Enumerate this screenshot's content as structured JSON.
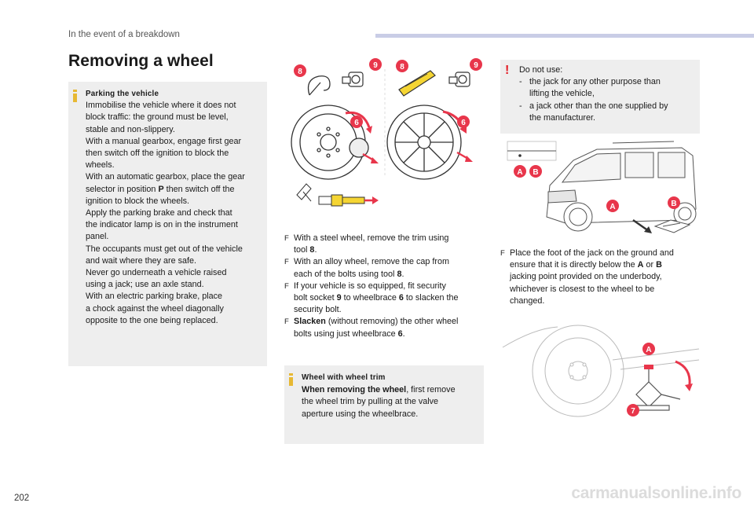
{
  "header": {
    "section": "In the event of a breakdown"
  },
  "page": {
    "title": "Removing a wheel",
    "number": "202"
  },
  "parking_box": {
    "heading": "Parking the vehicle",
    "lines": [
      "Immobilise the vehicle where it does not",
      "block traffic: the ground must be level,",
      "stable and non-slippery.",
      "With a manual gearbox, engage first gear",
      "then switch off the ignition to block the",
      "wheels.",
      "With an automatic gearbox, place the gear",
      "selector in position <b>P</b> then switch off the",
      "ignition to block the wheels.",
      "Apply the parking brake and check that",
      "the indicator lamp is on in the instrument",
      "panel.",
      "The occupants must get out of the vehicle",
      "and wait where they are safe.",
      "Never go underneath a vehicle raised",
      "using a jack; use an axle stand.",
      "With an electric parking brake, place",
      "a chock against the wheel diagonally",
      "opposite to the one being replaced."
    ]
  },
  "steps": [
    {
      "flag": "F",
      "lines": [
        "With a steel wheel, remove the trim using",
        "tool <b>8</b>."
      ]
    },
    {
      "flag": "F",
      "lines": [
        "With an alloy wheel, remove the cap from",
        "each of the bolts using tool <b>8</b>."
      ]
    },
    {
      "flag": "F",
      "lines": [
        "If your vehicle is so equipped, fit security",
        "bolt socket <b>9</b> to wheelbrace <b>6</b> to slacken the",
        "security bolt."
      ]
    },
    {
      "flag": "F",
      "lines": [
        "<b>Slacken</b> (without removing) the other wheel",
        "bolts using just wheelbrace <b>6</b>."
      ]
    }
  ],
  "trim_box": {
    "heading": "Wheel with wheel trim",
    "lines": [
      "<b>When removing the wheel</b>, first remove",
      "the wheel trim by pulling at the valve",
      "aperture using the wheelbrace."
    ]
  },
  "warning_box": {
    "mark": "!",
    "intro": "Do not use:",
    "items": [
      {
        "dash": "-",
        "lines": [
          "the jack for any other purpose than",
          "lifting the vehicle,"
        ]
      },
      {
        "dash": "-",
        "lines": [
          "a jack other than the one supplied by",
          "the manufacturer."
        ]
      }
    ]
  },
  "jack_step": {
    "flag": "F",
    "lines": [
      "Place the foot of the jack on the ground and",
      "ensure that it is directly below the <b>A</b> or <b>B</b>",
      "jacking point provided on the underbody,",
      "whichever is closest to the wheel to be",
      "changed."
    ]
  },
  "badges": {
    "tool": "8",
    "socket": "9",
    "brace": "6",
    "point_a": "A",
    "point_b": "B",
    "jack": "7"
  },
  "colors": {
    "badge_red": "#e8364b",
    "info_yellow": "#e7b833",
    "box_grey": "#eeeeee",
    "warn_red": "#e31b23",
    "header_bar": "#c9cde6",
    "tool_yellow": "#f5d533"
  },
  "watermark": "carmanualsonline.info"
}
